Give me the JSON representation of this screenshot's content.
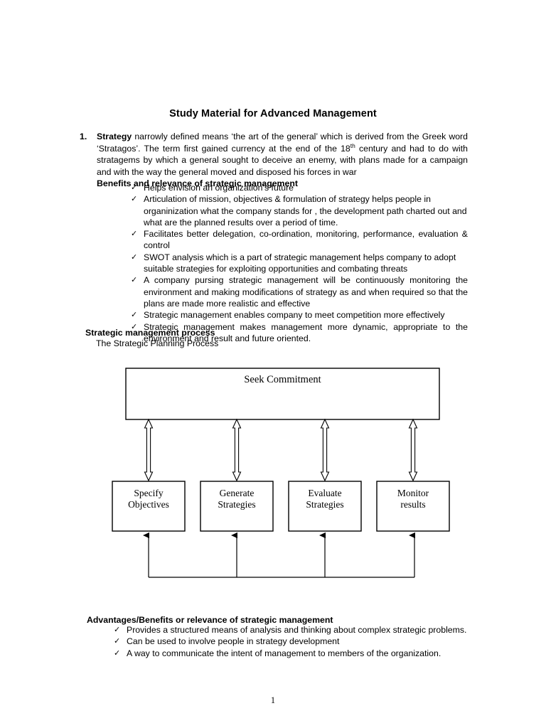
{
  "document": {
    "title": "Study Material for Advanced Management",
    "page_number": "1"
  },
  "item1": {
    "number": "1.",
    "lead_bold": "Strategy",
    "text_before_sup": " narrowly defined means ‘the art of the general’ which is derived from the Greek word ‘Stratagos’. The term first gained currency at the end of the 18",
    "superscript": "th",
    "text_after_sup": " century and had to do with stratagems by which a general sought to deceive an enemy, with plans made for a campaign and with the way the general moved and disposed his forces in war",
    "sub_heading": "Benefits and relevance of strategic management"
  },
  "benefits_bullets": [
    {
      "marker": "✓",
      "text": "Helps envision an organization’s future",
      "justify": false
    },
    {
      "marker": "✓",
      "text": "Articulation of mission, objectives & formulation of strategy helps people in organinization what the company stands for , the development path charted out and what are the planned results over a period of time.",
      "justify": false
    },
    {
      "marker": "✓",
      "text": "Facilitates better delegation, co-ordination, monitoring, performance, evaluation & control",
      "justify": true
    },
    {
      "marker": "✓",
      "text": "SWOT analysis which is a part of strategic management helps company to adopt suitable strategies for exploiting opportunities and combating threats",
      "justify": false
    },
    {
      "marker": "✓",
      "text": "A company pursing strategic management will be continuously monitoring the environment and making modifications of strategy as and when required so that the plans are made more realistic and effective",
      "justify": true
    },
    {
      "marker": "✓",
      "text": "Strategic management enables company to meet competition more effectively",
      "justify": false
    },
    {
      "marker": "✓",
      "text": "Strategic management makes management more dynamic, appropriate to the environment and result and future oriented.",
      "justify": true
    }
  ],
  "process_section": {
    "heading": "Strategic management process",
    "subheading": "The Strategic Planning Process"
  },
  "diagram": {
    "top_box": {
      "label": "Seek Commitment"
    },
    "boxes": [
      {
        "line1": "Specify",
        "line2": "Objectives"
      },
      {
        "line1": "Generate",
        "line2": "Strategies"
      },
      {
        "line1": "Evaluate",
        "line2": "Strategies"
      },
      {
        "line1": "Monitor",
        "line2": "results"
      }
    ],
    "stroke_color": "#000000",
    "fill_color": "#ffffff"
  },
  "advantages_section": {
    "heading": "Advantages/Benefits or relevance of strategic management",
    "bullets": [
      {
        "marker": "✓",
        "text": "Provides a structured means of analysis and thinking about complex strategic problems."
      },
      {
        "marker": "✓",
        "text": "Can be used to involve people in strategy development"
      },
      {
        "marker": "✓",
        "text": "A way to communicate the intent of management to members of the organization."
      }
    ]
  }
}
